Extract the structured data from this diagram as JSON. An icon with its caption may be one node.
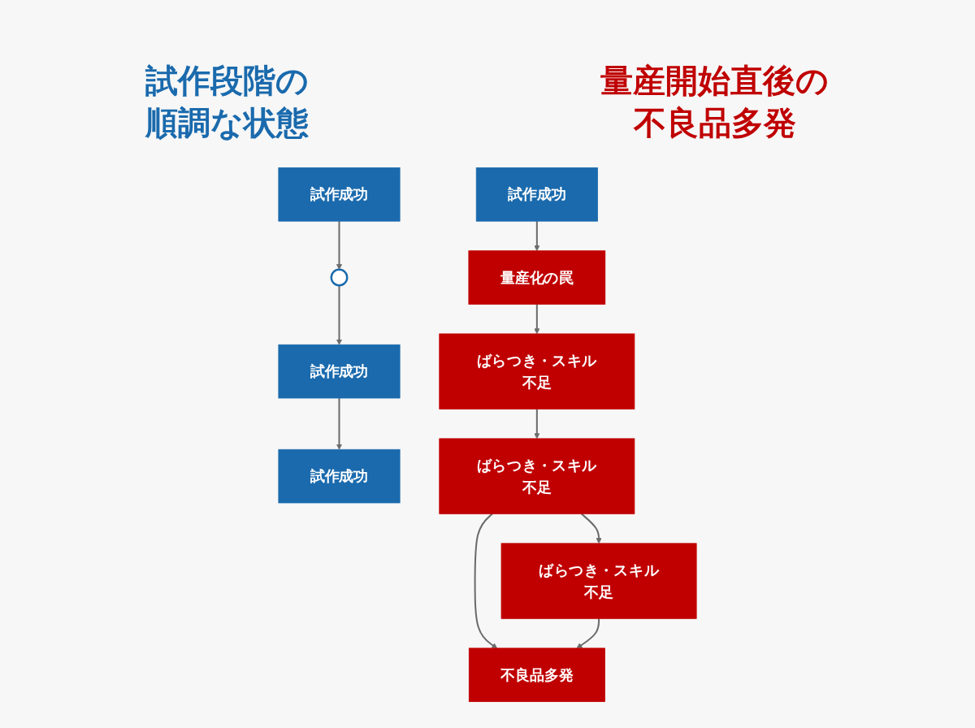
{
  "diagram": {
    "nodes": [
      {
        "text": [
          "試作成功"
        ]
      },
      {
        "text": [],
        "shape": "circle"
      },
      {
        "text": [
          "試作成功"
        ]
      },
      {
        "text": [
          "試作成功"
        ]
      },
      {
        "text": [
          "試作成功"
        ]
      },
      {
        "text": [
          "量産化の罠"
        ]
      },
      {
        "text": [
          "ばらつき・スキル不足"
        ]
      },
      {
        "text": [
          "ばらつき・スキル不足"
        ]
      },
      {
        "text": [
          "ばらつき・スキル不足"
        ]
      },
      {
        "text": [
          "不良品多発"
        ]
      }
    ],
    "edges": [
      {
        "from": 0,
        "to": 1,
        "arrow": "to"
      },
      {
        "from": 1,
        "to": 2,
        "arrow": "to"
      },
      {
        "from": 2,
        "to": 3,
        "arrow": "to"
      },
      {
        "from": 4,
        "to": 5,
        "arrow": "to"
      },
      {
        "from": 5,
        "to": 6,
        "arrow": "to"
      },
      {
        "from": 6,
        "to": 7,
        "arrow": "to"
      },
      {
        "from": 7,
        "to": 8,
        "arrow": "to"
      },
      {
        "from": 7,
        "to": 9,
        "arrow": "to"
      },
      {
        "from": 8,
        "to": 9,
        "arrow": "to"
      }
    ],
    "labels": [
      "試作段階の順調な状態",
      "量産開始直後の不良品多発"
    ]
  }
}
